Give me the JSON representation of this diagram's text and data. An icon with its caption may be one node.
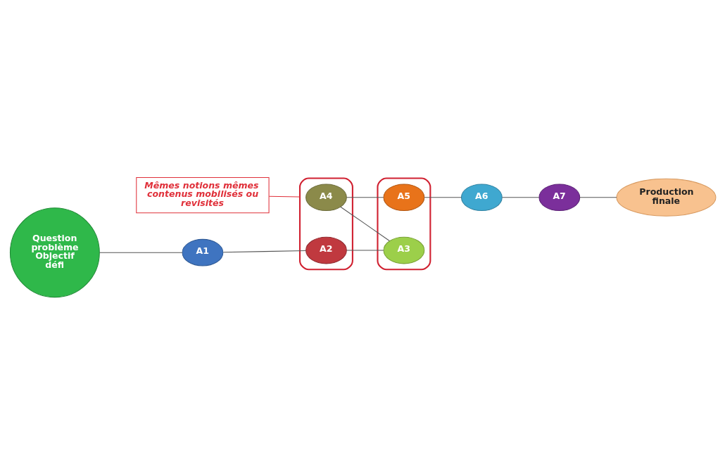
{
  "diagram": {
    "nodes": [
      {
        "text": [
          "Mêmes notions mêmes contenus mobilisés ou revisités"
        ]
      },
      {
        "text": [],
        "shape": "box"
      },
      {
        "text": [
          "A4"
        ],
        "in": 1
      },
      {
        "text": [
          "A2"
        ],
        "in": 1
      },
      {
        "text": [
          "Question problème Objectif défi"
        ]
      },
      {
        "text": [
          "A1"
        ]
      },
      {
        "text": [
          "Production finale"
        ]
      },
      {
        "text": [],
        "shape": "box"
      },
      {
        "text": [
          "A5"
        ],
        "in": 7
      },
      {
        "text": [
          "A3"
        ],
        "in": 7
      },
      {
        "text": [
          "A7"
        ]
      },
      {
        "text": [
          "A6"
        ]
      }
    ],
    "edges": [
      {
        "from": 0,
        "to": 1,
        "arrow": "none",
        "color": "#e0303a"
      },
      {
        "from": 4,
        "to": 5,
        "arrow": "none"
      },
      {
        "from": 5,
        "to": 3,
        "arrow": "none"
      },
      {
        "from": 3,
        "to": 9,
        "arrow": "none"
      },
      {
        "from": 9,
        "to": 2,
        "arrow": "none"
      },
      {
        "from": 2,
        "to": 8,
        "arrow": "none"
      },
      {
        "from": 8,
        "to": 11,
        "arrow": "none"
      },
      {
        "from": 11,
        "to": 10,
        "arrow": "none"
      },
      {
        "from": 10,
        "to": 6,
        "arrow": "none"
      }
    ]
  }
}
